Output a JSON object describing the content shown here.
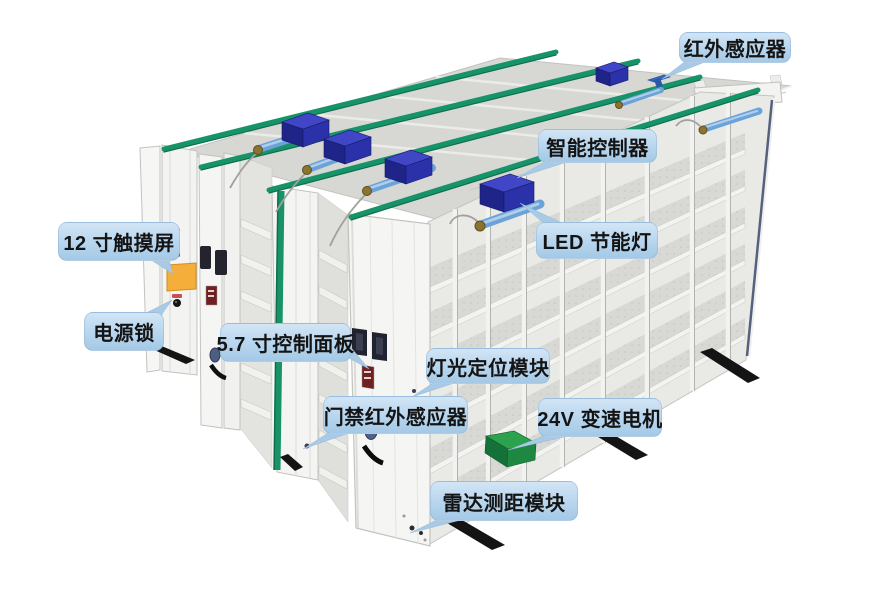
{
  "diagram": {
    "background_color": "#ffffff",
    "subject": "mobile-compact-shelving-system",
    "callouts": [
      {
        "id": "infrared-sensor",
        "label": "红外感应器"
      },
      {
        "id": "smart-controller",
        "label": "智能控制器"
      },
      {
        "id": "led-energy-saving-light",
        "label": "LED 节能灯"
      },
      {
        "id": "touch-screen-12-inch",
        "label": "12 寸触摸屏"
      },
      {
        "id": "power-lock",
        "label": "电源锁"
      },
      {
        "id": "control-panel-5-7-inch",
        "label": "5.7 寸控制面板"
      },
      {
        "id": "light-positioning-module",
        "label": "灯光定位模块"
      },
      {
        "id": "door-access-infrared-sensor",
        "label": "门禁红外感应器"
      },
      {
        "id": "motor-24v-variable-speed",
        "label": "24V 变速电机"
      },
      {
        "id": "radar-ranging-module",
        "label": "雷达测距模块"
      }
    ],
    "colors": {
      "callout_bubble": "#b7d5ee",
      "callout_text": "#141414",
      "shelving_body": "#f3f3f1",
      "shelving_shadow": "#d8d8d4",
      "green_rail_belt": "#17936a",
      "controller_box_blue": "#2a30a6",
      "led_tube_blue": "#6ba2d8",
      "touch_screen_orange": "#f5ae3a",
      "motor_green": "#2ca24e",
      "floor_track_black": "#141414"
    }
  }
}
